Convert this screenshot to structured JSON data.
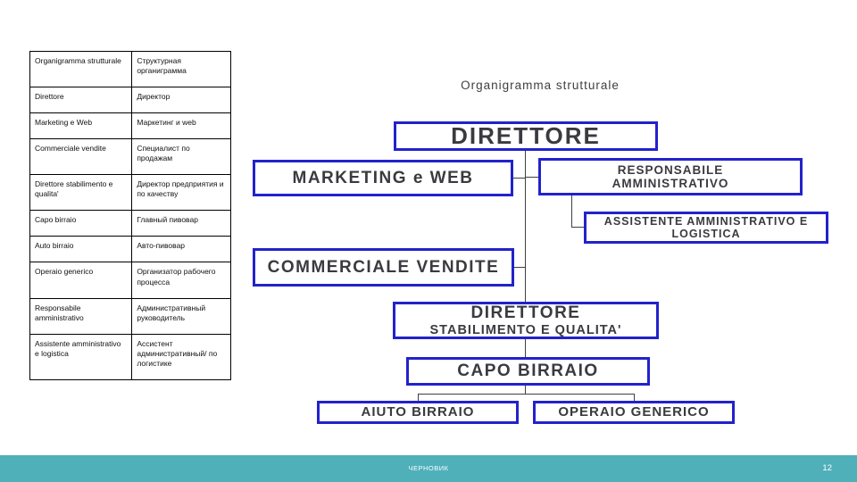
{
  "slide": {
    "chart_title": "Organigramma strutturale",
    "footer": {
      "watermark": "ЧЕРНОВИК",
      "page_number": "12"
    }
  },
  "glossary": {
    "rows": [
      {
        "it": "Organigramma strutturale",
        "ru": "Структурная органиграмма"
      },
      {
        "it": "Direttore",
        "ru": "Директор"
      },
      {
        "it": "Marketing e Web",
        "ru": "Маркетинг и web"
      },
      {
        "it": "Commerciale vendite",
        "ru": "Специалист по продажам"
      },
      {
        "it": "Direttore stabilimento e qualita'",
        "ru": "Директор предприятия и по качеству"
      },
      {
        "it": "Capo birraio",
        "ru": "Главный пивовар"
      },
      {
        "it": "Auto birraio",
        "ru": "Авто-пивовар"
      },
      {
        "it": "Operaio generico",
        "ru": "Организатор рабочего процесса"
      },
      {
        "it": "Responsabile amministrativo",
        "ru": "Административный руководитель"
      },
      {
        "it": "Assistente amministrativo e logistica",
        "ru": "Ассистент административный/ по логистике"
      }
    ]
  },
  "org_chart": {
    "nodes": {
      "direttore": {
        "label": "DIRETTORE"
      },
      "marketing": {
        "label": "MARKETING e WEB"
      },
      "responsabile": {
        "line1": "RESPONSABILE",
        "line2": "AMMINISTRATIVO"
      },
      "assistente": {
        "line1": "ASSISTENTE AMMINISTRATIVO E",
        "line2": "LOGISTICA"
      },
      "commerciale": {
        "label": "COMMERCIALE VENDITE"
      },
      "direttore_stabilimento": {
        "line1": "DIRETTORE",
        "line2": "STABILIMENTO E QUALITA'"
      },
      "capo_birraio": {
        "label": "CAPO BIRRAIO"
      },
      "aiuto_birraio": {
        "label": "AIUTO BIRRAIO"
      },
      "operaio_generico": {
        "label": "OPERAIO GENERICO"
      }
    }
  },
  "colors": {
    "box_border": "#2222cc",
    "box_text": "#3a3a40",
    "footer_bar": "#4fb0ba"
  }
}
